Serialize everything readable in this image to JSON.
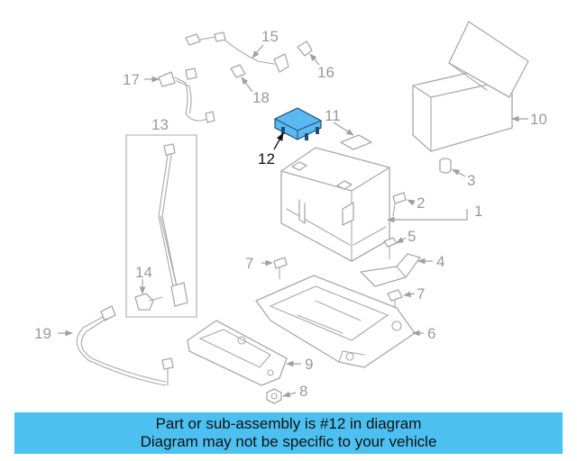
{
  "callouts": {
    "c1": "1",
    "c2": "2",
    "c3": "3",
    "c4": "4",
    "c5": "5",
    "c6": "6",
    "c7a": "7",
    "c7b": "7",
    "c8": "8",
    "c9": "9",
    "c10": "10",
    "c11": "11",
    "c12": "12",
    "c13": "13",
    "c14": "14",
    "c15": "15",
    "c16": "16",
    "c17": "17",
    "c18": "18",
    "c19": "19"
  },
  "highlight_color": "#5bb8f0",
  "banner": {
    "line1": "Part or sub-assembly is #12 in diagram",
    "line2": "Diagram may not be specific to your vehicle"
  }
}
